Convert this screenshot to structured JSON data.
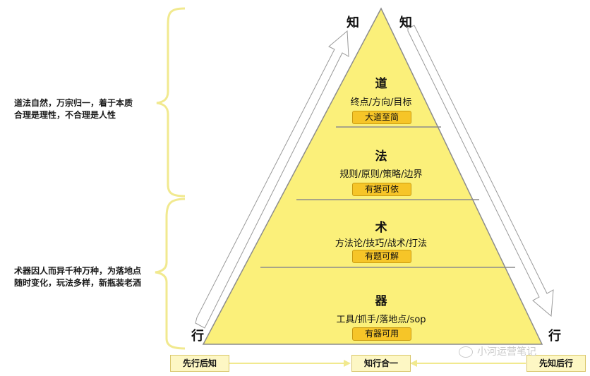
{
  "left_notes": {
    "upper_line1": "道法自然，万宗归一，着于本质",
    "upper_line2": "合理是理性，不合理是人性",
    "lower_line1": "术器因人而异千种万种，为落地点",
    "lower_line2": "随时变化，玩法多样，新瓶装老酒"
  },
  "corners": {
    "top_left": "知",
    "top_right": "知",
    "bottom_left": "行",
    "bottom_right": "行"
  },
  "levels": [
    {
      "title": "道",
      "desc": "终点/方向/目标",
      "tag": "大道至简"
    },
    {
      "title": "法",
      "desc": "规则/原则/策略/边界",
      "tag": "有据可依"
    },
    {
      "title": "术",
      "desc": "方法论/技巧/战术/打法",
      "tag": "有题可解"
    },
    {
      "title": "器",
      "desc": "工具/抓手/落地点/sop",
      "tag": "有器可用"
    }
  ],
  "bottom": {
    "left": "先行后知",
    "center": "知行合一",
    "right": "先知后行"
  },
  "watermark": "小河运营笔记",
  "colors": {
    "pyramid_fill": "#fbf07a",
    "tag_fill": "#f6c528",
    "brace": "#f1e98f"
  }
}
